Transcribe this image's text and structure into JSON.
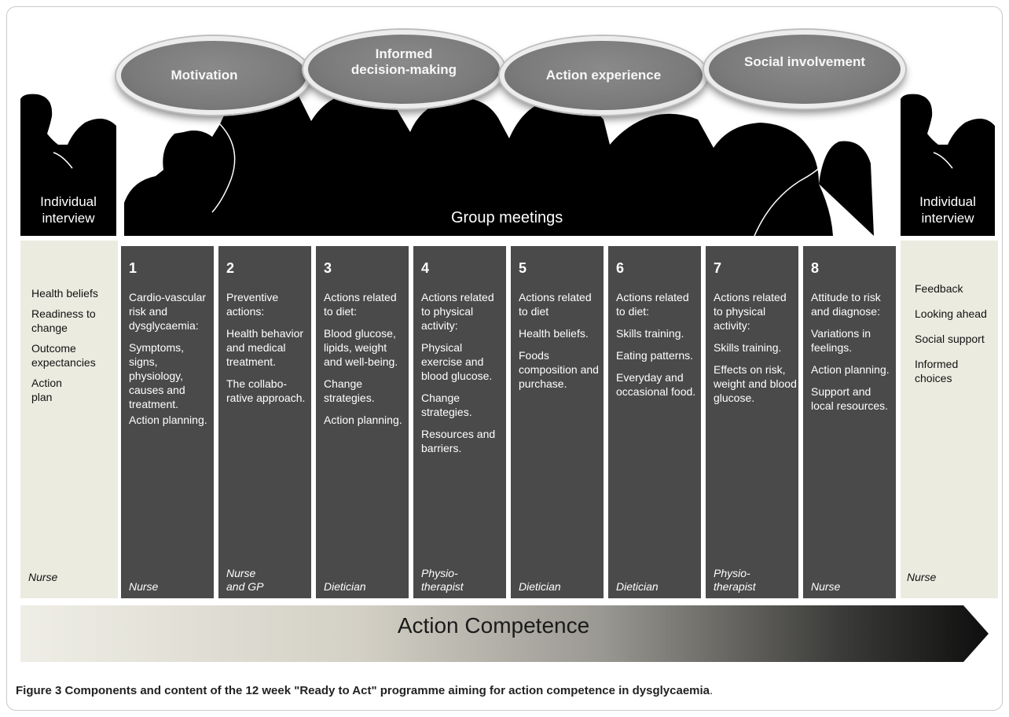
{
  "themes": [
    "Motivation",
    "Informed decision-making",
    "Action experience",
    "Social involvement"
  ],
  "interview_left": "Individual interview",
  "interview_right": "Individual interview",
  "group_meetings": "Group meetings",
  "left_panel": {
    "items": [
      "Health beliefs",
      "Readiness to change",
      "Outcome expectancies",
      "Action plan"
    ],
    "role": "Nurse"
  },
  "right_panel": {
    "items": [
      "Feedback",
      "Looking ahead",
      "Social support",
      "Informed choices"
    ],
    "role": "Nurse"
  },
  "sessions": [
    {
      "number": "1",
      "items": [
        "Cardio-vascular risk and dysglycaemia:",
        "Symptoms, signs, physiology, causes and treatment.",
        "Action planning."
      ],
      "role": "Nurse"
    },
    {
      "number": "2",
      "items": [
        "Preventive actions:",
        "Health behavior and medical treatment.",
        "The collabo-rative approach."
      ],
      "role": "Nurse\nand GP"
    },
    {
      "number": "3",
      "items": [
        "Actions related to diet:",
        "Blood glucose, lipids, weight and well-being.",
        "Change strategies.",
        "Action planning."
      ],
      "role": "Dietician"
    },
    {
      "number": "4",
      "items": [
        "Actions related to physical activity:",
        "Physical exercise and blood glucose.",
        "Change strategies.",
        "Resources and barriers."
      ],
      "role": "Physio-\ntherapist"
    },
    {
      "number": "5",
      "items": [
        "Actions related to diet",
        "Health beliefs.",
        "Foods composition and purchase."
      ],
      "role": "Dietician"
    },
    {
      "number": "6",
      "items": [
        "Actions related to diet:",
        "Skills training.",
        "Eating patterns.",
        "Everyday and occasional food."
      ],
      "role": "Dietician"
    },
    {
      "number": "7",
      "items": [
        "Actions related to physical activity:",
        "Skills training.",
        "Effects on risk, weight and blood glucose."
      ],
      "role": "Physio-\ntherapist"
    },
    {
      "number": "8",
      "items": [
        "Attitude to risk and diagnose:",
        "Variations in feelings.",
        "Action planning.",
        "Support and local resources."
      ],
      "role": "Nurse"
    }
  ],
  "arrow_label": "Action Competence",
  "caption": {
    "bold": "Figure 3 Components and content of the 12 week \"Ready to Act\" programme aiming for action competence in dysglycaemia",
    "rest": "."
  },
  "colors": {
    "column": "#4a4a4a",
    "side_panel": "#ecebe0",
    "silhouette": "#000000",
    "ellipse": "#7b7b7b"
  }
}
